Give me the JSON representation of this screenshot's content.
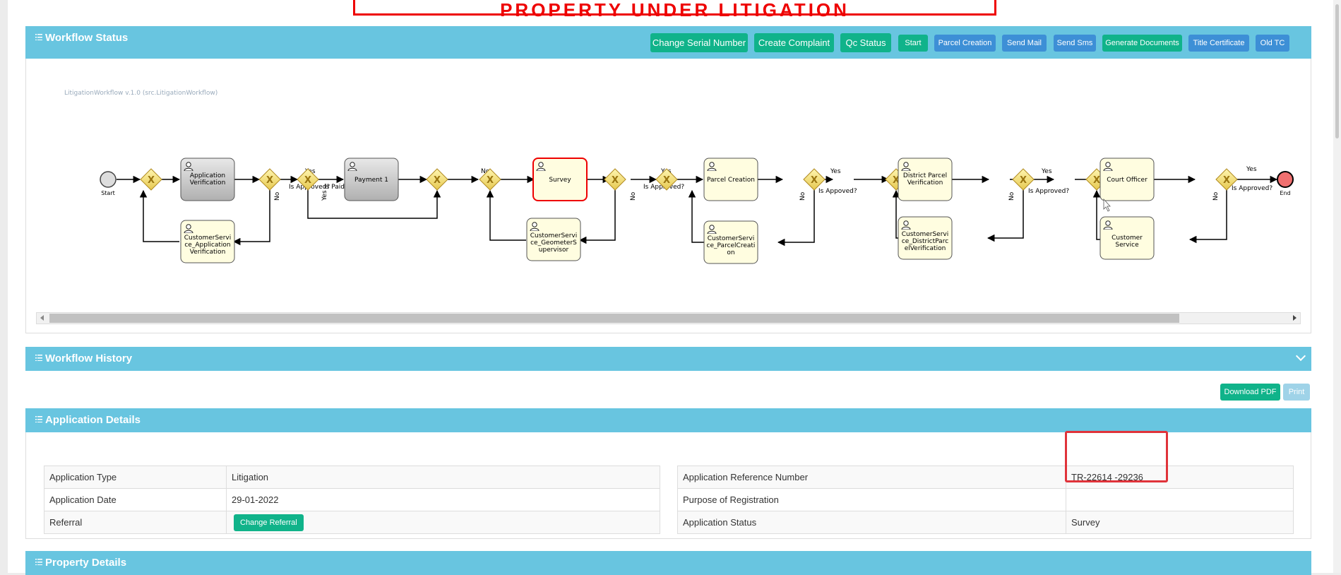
{
  "banner": {
    "text": "PROPERTY UNDER LITIGATION"
  },
  "workflow_status": {
    "title": "Workflow Status",
    "buttons": [
      {
        "label": "Change Serial Number",
        "color": "green"
      },
      {
        "label": "Create Complaint",
        "color": "green"
      },
      {
        "label": "Qc Status",
        "color": "green"
      },
      {
        "label": "Start",
        "color": "green"
      },
      {
        "label": "Parcel Creation",
        "color": "blue"
      },
      {
        "label": "Send Mail",
        "color": "blue"
      },
      {
        "label": "Send Sms",
        "color": "blue"
      },
      {
        "label": "Generate Documents",
        "color": "green"
      },
      {
        "label": "Title Certificate",
        "color": "blue"
      },
      {
        "label": "Old TC",
        "color": "blue"
      }
    ],
    "diagram": {
      "caption": "LitigationWorkflow v.1.0 (src.LitigationWorkflow)",
      "start_label": "Start",
      "end_label": "End",
      "tasks": [
        "Application Verification",
        "Payment 1",
        "Survey",
        "Parcel Creation",
        "District Parcel Verification",
        "Court Officer",
        "CustomerService_ApplicationVerification",
        "CustomerService_GeometersSupervisor",
        "CustomerService_ParcelCreation",
        "CustomerService_DistrictParcelVerification",
        "Customer Service"
      ],
      "gateway_labels": [
        "Is Approved?",
        "Is Paid?",
        "Is Approved?",
        "Is Appoved?",
        "Is Approved?",
        "Is Approved?"
      ],
      "flow_labels": {
        "yes": "Yes",
        "no": "No"
      },
      "active_task": "Survey"
    }
  },
  "workflow_history": {
    "title": "Workflow History"
  },
  "actions": {
    "download_pdf": "Download PDF",
    "print": "Print"
  },
  "application_details": {
    "title": "Application Details",
    "left": [
      {
        "label": "Application Type",
        "value": "Litigation"
      },
      {
        "label": "Application Date",
        "value": "29-01-2022"
      },
      {
        "label": "Referral",
        "button": "Change Referral"
      }
    ],
    "right": [
      {
        "label": "Application Reference Number",
        "value": "TR-22614 -29236"
      },
      {
        "label": "Purpose of Registration",
        "value": ""
      },
      {
        "label": "Application Status",
        "value": "Survey"
      }
    ]
  },
  "property_details": {
    "title": "Property Details"
  }
}
